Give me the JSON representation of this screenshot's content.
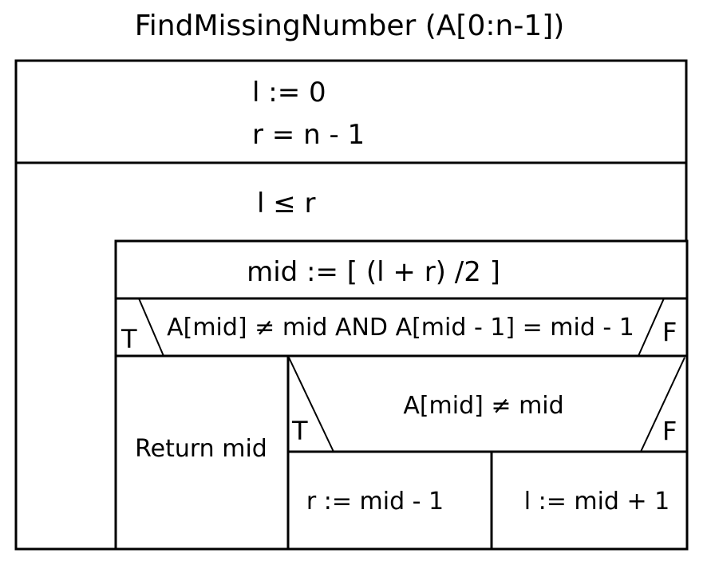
{
  "title": "FindMissingNumber (A[0:n-1])",
  "init": {
    "line1": "l := 0",
    "line2": "r = n - 1"
  },
  "loop": {
    "condition": "l ≤ r"
  },
  "mid_step": "mid := [ (l + r) /2  ]",
  "outer_if": {
    "condition": "A[mid] ≠ mid AND A[mid - 1] = mid - 1",
    "true_label": "T",
    "false_label": "F",
    "true_action": "Return mid"
  },
  "inner_if": {
    "condition": "A[mid] ≠ mid",
    "true_label": "T",
    "false_label": "F",
    "true_action": "r := mid - 1",
    "false_action": "l := mid + 1"
  }
}
